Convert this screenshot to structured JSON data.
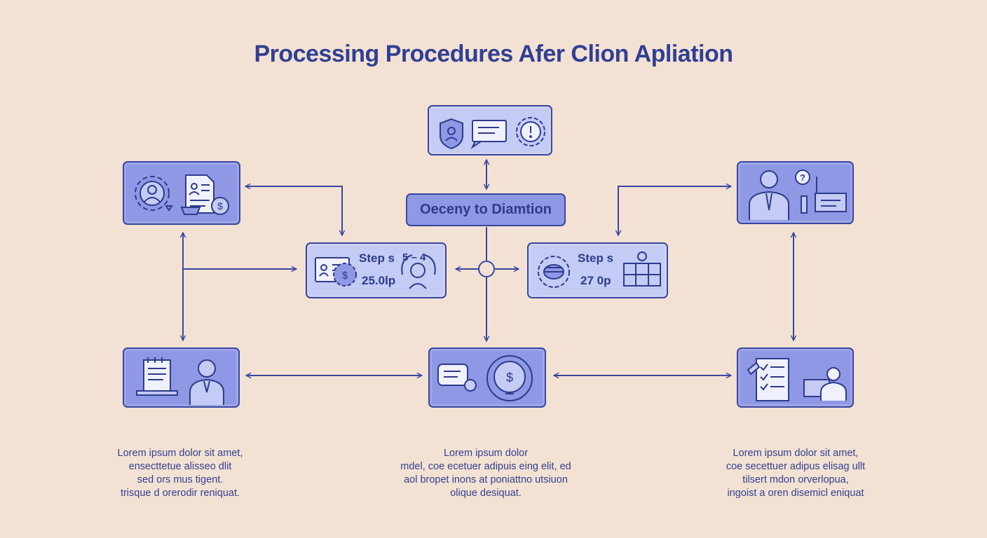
{
  "title": "Processing Procedures Afer Clion Apliation",
  "center_label": "Oeceny to Diamtion",
  "steps": [
    {
      "label": "Step s",
      "extra": "5 – 4",
      "value": "25.0lp"
    },
    {
      "label": "Step s",
      "value": "27 0p"
    }
  ],
  "captions": [
    [
      "Lorem ipsum dolor sit amet,",
      "ensecttetue alisseo dlit",
      "sed ors mus tigent.",
      "trisque d orerodir reniquat."
    ],
    [
      "Lorem ipsum dolor",
      "mdel, coe ecetuer adipuis eing elit, ed",
      "aol bropet inons at poniattno utsiuon",
      "olique desiquat."
    ],
    [
      "Lorem ipsum dolor sit amet,",
      "coe secettuer adipus elisag ullt",
      "tilsert mdon orverlopua,",
      "ingoist a oren disemicl eniquat"
    ]
  ],
  "icons": {
    "top": [
      "shield-user-icon",
      "message-icon",
      "gear-alert-icon"
    ],
    "top_left": [
      "gear-user-icon",
      "document-profile-icon",
      "dollar-coin-icon"
    ],
    "top_right": [
      "business-person-icon",
      "question-bubble-icon",
      "workstation-icon"
    ],
    "step_left": [
      "id-card-icon",
      "dollar-gear-icon",
      "lightbulb-head-icon"
    ],
    "step_right": [
      "globe-scan-icon",
      "team-grid-icon"
    ],
    "bottom_left": [
      "calendar-laptop-icon",
      "employee-icon"
    ],
    "bottom_center": [
      "chat-icon",
      "dollar-lightbulb-cycle-icon"
    ],
    "bottom_right": [
      "checklist-icon",
      "presenter-icon"
    ]
  },
  "colors": {
    "background": "#f3e2d4",
    "box_fill": "#8e98e4",
    "box_light_fill": "#c4cbf4",
    "stroke": "#3a47a0",
    "text": "#2e3b8c"
  }
}
